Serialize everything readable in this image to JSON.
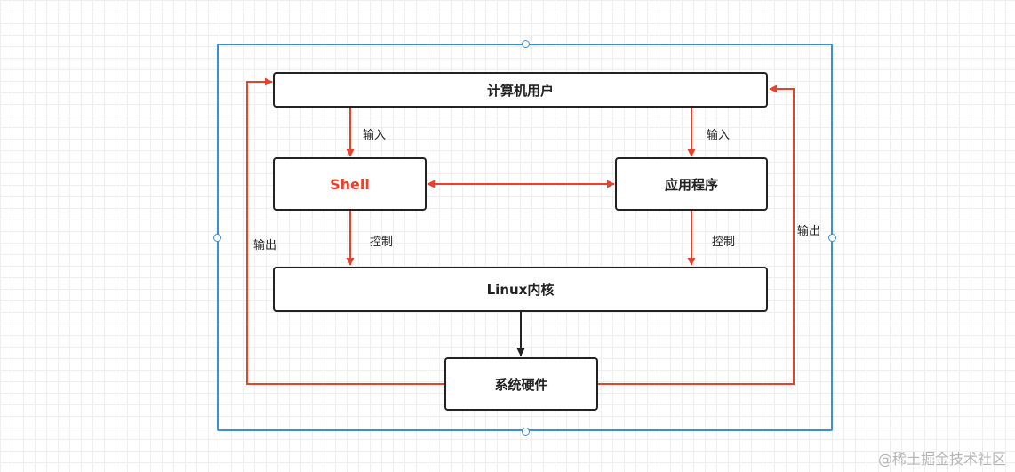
{
  "diagram": {
    "nodes": {
      "user": "计算机用户",
      "shell": "Shell",
      "app": "应用程序",
      "kernel": "Linux内核",
      "hardware": "系统硬件"
    },
    "edge_labels": {
      "input_left": "输入",
      "input_right": "输入",
      "control_left": "控制",
      "control_right": "控制",
      "output_left": "输出",
      "output_right": "输出"
    },
    "colors": {
      "arrow_red": "#e8412c",
      "arrow_dark": "#222222",
      "frame_blue": "#3b8fd6",
      "shell_text": "#e8412c"
    }
  },
  "watermark": "@稀土掘金技术社区"
}
